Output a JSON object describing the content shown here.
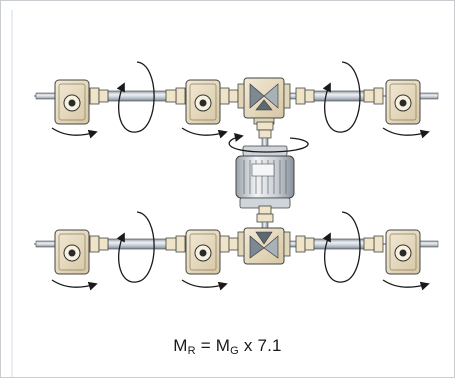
{
  "formula": {
    "lhs_symbol": "M",
    "lhs_subscript": "R",
    "equals": " = ",
    "rhs_symbol": "M",
    "rhs_subscript": "G",
    "operator_and_value": " x 7.1"
  },
  "colors": {
    "frame_border": "#c9ccd1",
    "housing_fill": "#e8dcc1",
    "housing_stroke": "#4a4a4a",
    "shaft_fill": "#bcc6cf",
    "shaft_highlight": "#eef2f5",
    "motor_fill": "#d8dde2",
    "bevel_fill": "#7d8892",
    "arrow": "#1a1a1a"
  },
  "icons": [
    "gear-unit-icon",
    "bevel-gearbox-icon",
    "motor-icon",
    "coupling-icon",
    "rotation-arrow-icon"
  ]
}
